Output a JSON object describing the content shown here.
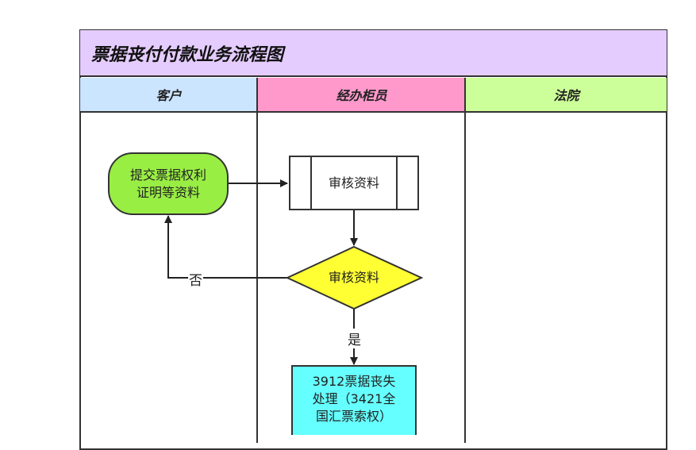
{
  "title": "票据丧付付款业务流程图",
  "lanes": [
    {
      "label": "客户",
      "color": "#cce5ff"
    },
    {
      "label": "经办柜员",
      "color": "#ff99cc"
    },
    {
      "label": "法院",
      "color": "#ccff99"
    }
  ],
  "nodes": {
    "submit": {
      "line1": "提交票据权利",
      "line2": "证明等资料",
      "color": "#99ee44"
    },
    "review_process": {
      "label": "审核资料"
    },
    "review_decision": {
      "label": "审核资料",
      "color": "#ffff33"
    },
    "handle": {
      "line1": "3912票据丧失",
      "line2": "处理（3421全",
      "line3": "国汇票索权）",
      "color": "#66ffff"
    }
  },
  "edges": {
    "no_label": "否",
    "yes_label": "是"
  }
}
